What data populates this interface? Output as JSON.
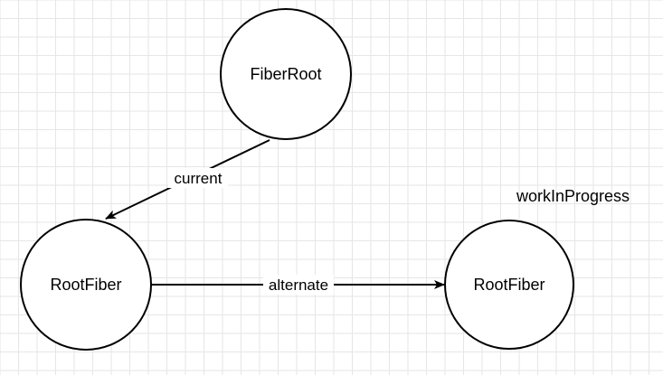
{
  "nodes": {
    "fiber_root": {
      "label": "FiberRoot"
    },
    "current_root_fiber": {
      "label": "RootFiber"
    },
    "wip_root_fiber": {
      "label": "RootFiber"
    }
  },
  "edges": {
    "current": {
      "label": "current"
    },
    "alternate": {
      "label": "alternate"
    }
  },
  "annotations": {
    "work_in_progress": "workInProgress"
  },
  "colors": {
    "grid": "#e6e6e6",
    "stroke": "#000000",
    "background": "#ffffff"
  }
}
